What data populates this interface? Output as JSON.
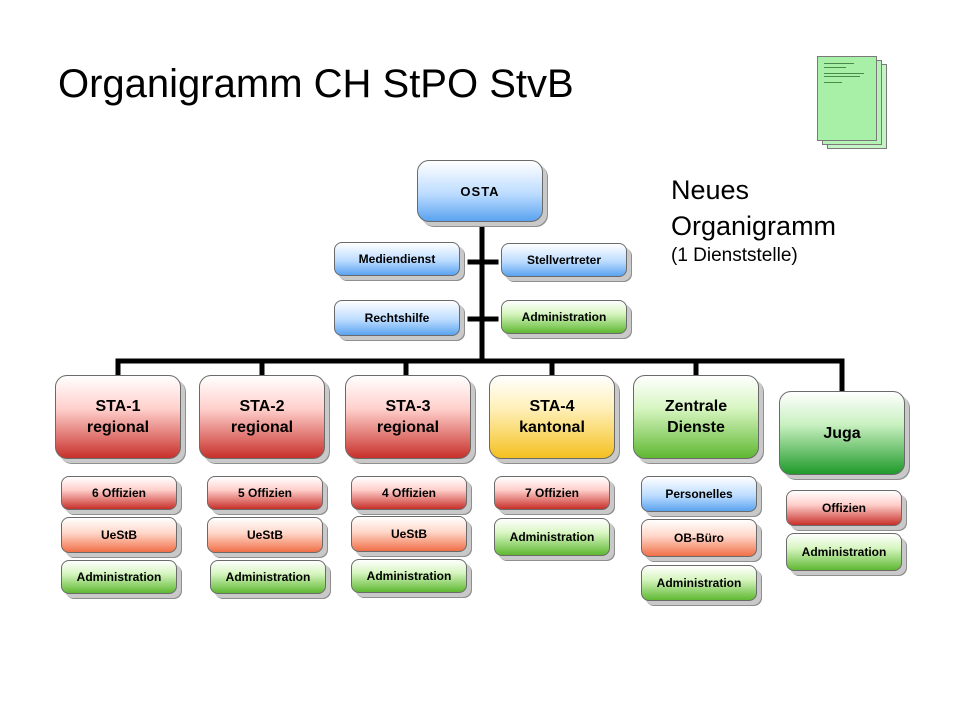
{
  "title": "Organigramm CH StPO StvB",
  "note": {
    "line1": "Neues",
    "line2": "Organigramm",
    "line3": "(1 Dienststelle)"
  },
  "doc_icon": "document-stack-icon",
  "colors": {
    "blue": "#5aa3f0",
    "red": "#c8302a",
    "green": "#5fb832",
    "dark_green": "#1f9a2a",
    "yellow": "#f4c020",
    "orange": "#f07048",
    "connector": "#000000"
  },
  "chart": {
    "root": {
      "label": "OSTA",
      "assistants_left": [
        "Mediendienst",
        "Rechtshilfe"
      ],
      "assistants_right": [
        "Stellvertreter",
        "Administration"
      ]
    },
    "units": [
      {
        "label": "STA-1\nregional",
        "subs": [
          "6 Offizien",
          "UeStB",
          "Administration"
        ]
      },
      {
        "label": "STA-2\nregional",
        "subs": [
          "5 Offizien",
          "UeStB",
          "Administration"
        ]
      },
      {
        "label": "STA-3\nregional",
        "subs": [
          "4 Offizien",
          "UeStB",
          "Administration"
        ]
      },
      {
        "label": "STA-4\nkantonal",
        "subs": [
          "7 Offizien",
          "Administration"
        ]
      },
      {
        "label": "Zentrale\nDienste",
        "subs": [
          "Personelles",
          "OB-Büro",
          "Administration"
        ]
      },
      {
        "label": "Juga",
        "subs": [
          "Offizien",
          "Administration"
        ]
      }
    ]
  }
}
